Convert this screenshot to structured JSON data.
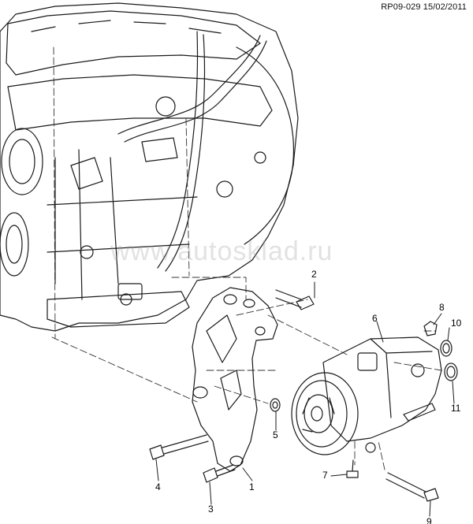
{
  "diagram": {
    "reference": "RP09-029 15/02/2011",
    "watermark": "www.autosklad.ru",
    "callouts": [
      "1",
      "2",
      "3",
      "4",
      "5",
      "6",
      "7",
      "8",
      "9",
      "10",
      "11"
    ]
  },
  "colors": {
    "line": "#1a1a1a",
    "leader_dash": "#333333",
    "background": "#ffffff"
  },
  "parts_icons": [
    "engine-block-drawing",
    "compressor-bracket-drawing",
    "ac-compressor-drawing",
    "bolt-drawing",
    "nut-drawing",
    "seal-ring-drawing"
  ]
}
